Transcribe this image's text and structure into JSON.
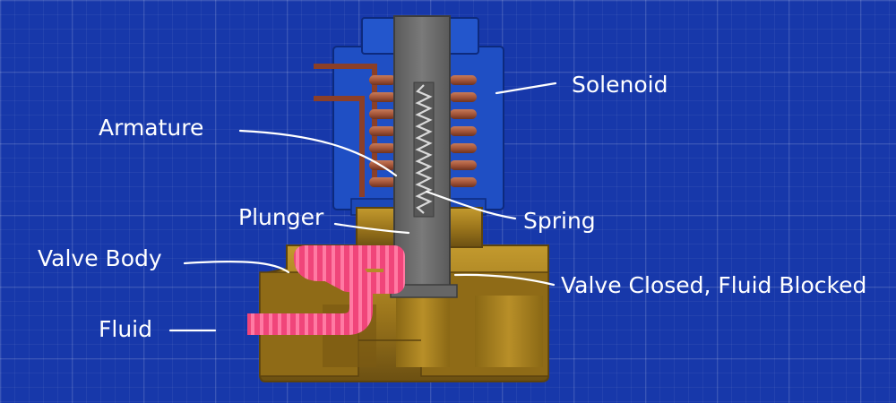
{
  "labels": {
    "solenoid": "Solenoid",
    "armature": "Armature",
    "plunger": "Plunger",
    "spring": "Spring",
    "valve_body": "Valve Body",
    "valve_state": "Valve Closed, Fluid Blocked",
    "fluid": "Fluid"
  },
  "colors": {
    "background": "#1738aa",
    "solenoid_housing": "#1f4fc4",
    "coil": "#a5563a",
    "plunger": "#6f6f6f",
    "valve_body": "#a27a1c",
    "fluid": "#f0457a",
    "label_text": "#ffffff"
  },
  "state": {
    "valve": "closed",
    "fluid_flow": "blocked"
  }
}
